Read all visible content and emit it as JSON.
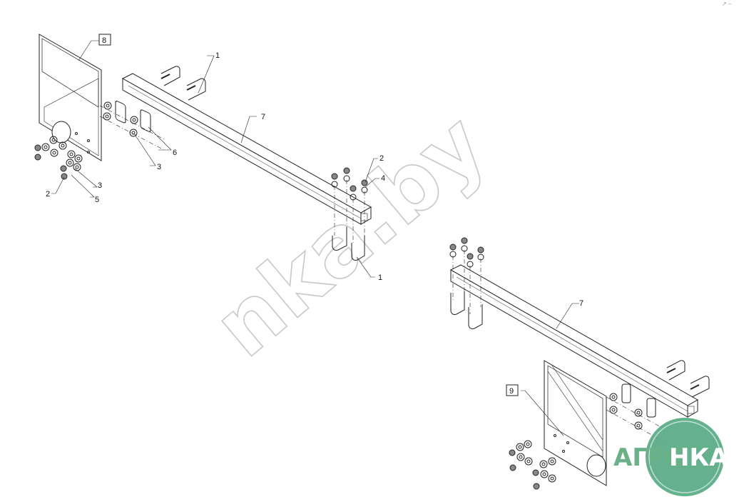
{
  "corner_mark": "↗ ‒",
  "watermark": "nka.by",
  "logo": {
    "left": "АГРО",
    "right": "НКА",
    "color": "#6ab187",
    "badge_color": "#4aa37a"
  },
  "callouts": {
    "p1a": "1",
    "p1b": "1",
    "p2a": "2",
    "p2b": "2",
    "p3a": "3",
    "p3b": "3",
    "p4": "4",
    "p5": "5",
    "p6": "6",
    "p7a": "7",
    "p7b": "7",
    "p8": "8",
    "p9": "9"
  }
}
